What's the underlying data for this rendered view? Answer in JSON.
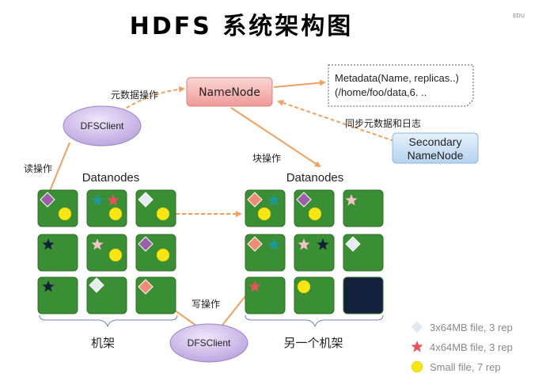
{
  "title": "HDFS 系统架构图",
  "corner_mark": "EDU",
  "namenode": {
    "label": "NameNode"
  },
  "secondary_namenode": {
    "line1": "Secondary",
    "line2": "NameNode"
  },
  "metadata_note": {
    "line1": "Metadata(Name, replicas..)",
    "line2": "(/home/foo/data,6. .."
  },
  "clients": {
    "top": "DFSClient",
    "bottom": "DFSClient"
  },
  "edge_labels": {
    "metadata_ops": "元数据操作",
    "read_ops": "读操作",
    "block_ops": "块操作",
    "sync": "同步元数据和日志",
    "write_ops": "写操作"
  },
  "racks": {
    "left": {
      "header": "Datanodes",
      "label": "机架"
    },
    "right": {
      "header": "Datanodes",
      "label": "另一个机架"
    }
  },
  "legend": [
    {
      "shape": "diamond",
      "color": "#dfe8ec",
      "text": "3x64MB file, 3 rep"
    },
    {
      "shape": "star",
      "color": "#e8525a",
      "text": "4x64MB file, 3 rep"
    },
    {
      "shape": "circle",
      "color": "#f7e614",
      "text": "Small file, 7 rep"
    }
  ],
  "colors": {
    "node_green": "#3a8f34",
    "node_dark": "#13213d",
    "arrow_orange": "#f0a060",
    "namenode_fill": "#f6b5b3",
    "secondary_fill": "#cfe3f7",
    "client_fill": "#cbb8e6"
  }
}
